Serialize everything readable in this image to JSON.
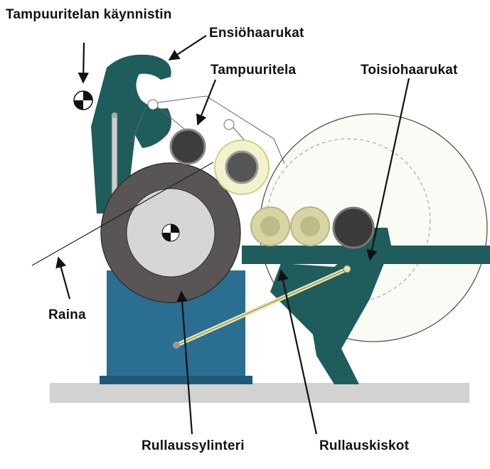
{
  "labels": {
    "drive": "Tampuuritelan käynnistin",
    "primary_arms": "Ensiöhaarukat",
    "drum": "Tampuuritela",
    "secondary_arms": "Toisiohaarukat",
    "web": "Raina",
    "reel_cylinder": "Rullaussylinteri",
    "rails": "Rullauskiskot"
  },
  "colors": {
    "frame": "#1f5c5c",
    "frame_blue": "#2a6e91",
    "cylinder_dark": "#555050",
    "cylinder_light": "#d6d6d6",
    "reel_yellow": "#f2f0c8",
    "floor": "#d2d2d2"
  }
}
